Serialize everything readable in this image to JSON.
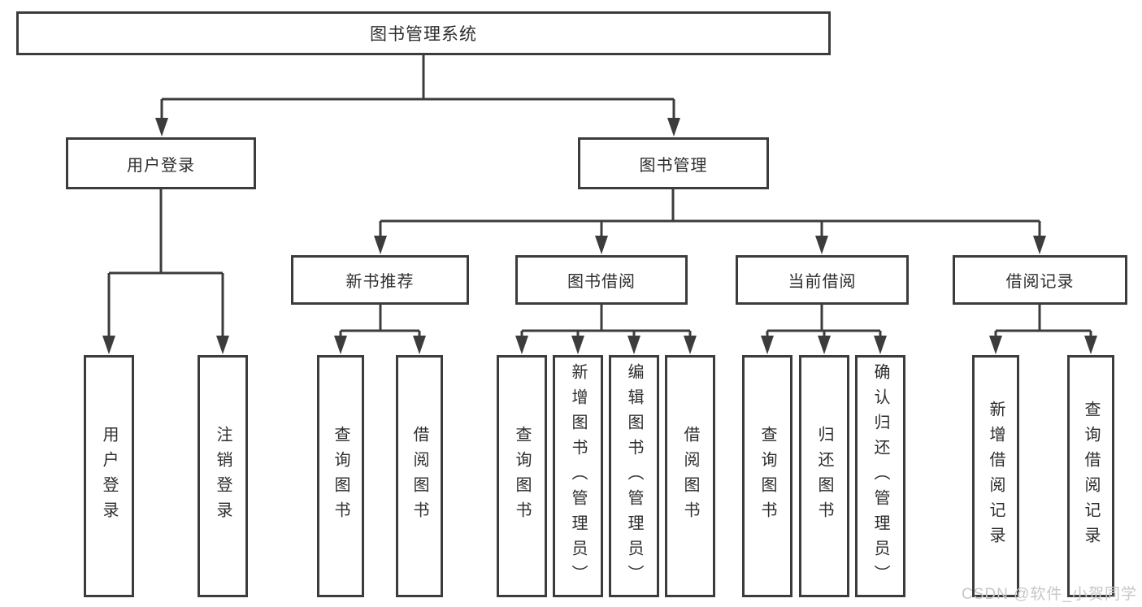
{
  "diagram": {
    "root": "图书管理系统",
    "branches": [
      {
        "label": "用户登录",
        "children": [
          "用户登录",
          "注销登录"
        ]
      },
      {
        "label": "图书管理",
        "sections": [
          {
            "label": "新书推荐",
            "children": [
              "查询图书",
              "借阅图书"
            ]
          },
          {
            "label": "图书借阅",
            "children": [
              "查询图书",
              "新增图书（管理员）",
              "编辑图书（管理员）",
              "借阅图书"
            ]
          },
          {
            "label": "当前借阅",
            "children": [
              "查询图书",
              "归还图书",
              "确认归还（管理员）"
            ]
          },
          {
            "label": "借阅记录",
            "children": [
              "新增借阅记录",
              "查询借阅记录"
            ]
          }
        ]
      }
    ]
  },
  "watermark": "CSDN @软件_小贺同学",
  "colors": {
    "line": "#3c3c3c",
    "text": "#2d2d2d",
    "background": "#ffffff",
    "watermark": "#c7c7ca"
  }
}
